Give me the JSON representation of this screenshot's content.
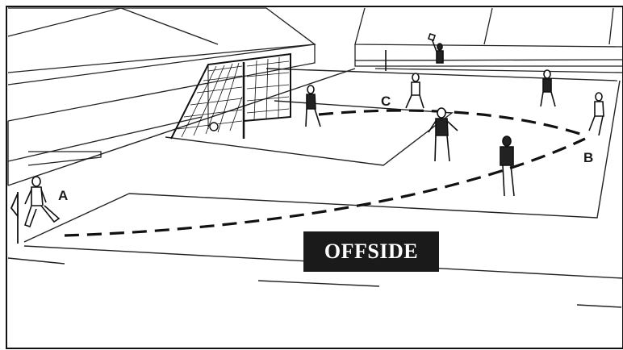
{
  "caption": "OFFSIDE",
  "labels": {
    "a": "A",
    "b": "B",
    "c": "C"
  },
  "colors": {
    "ink": "#1a1a1a",
    "background": "#ffffff"
  }
}
